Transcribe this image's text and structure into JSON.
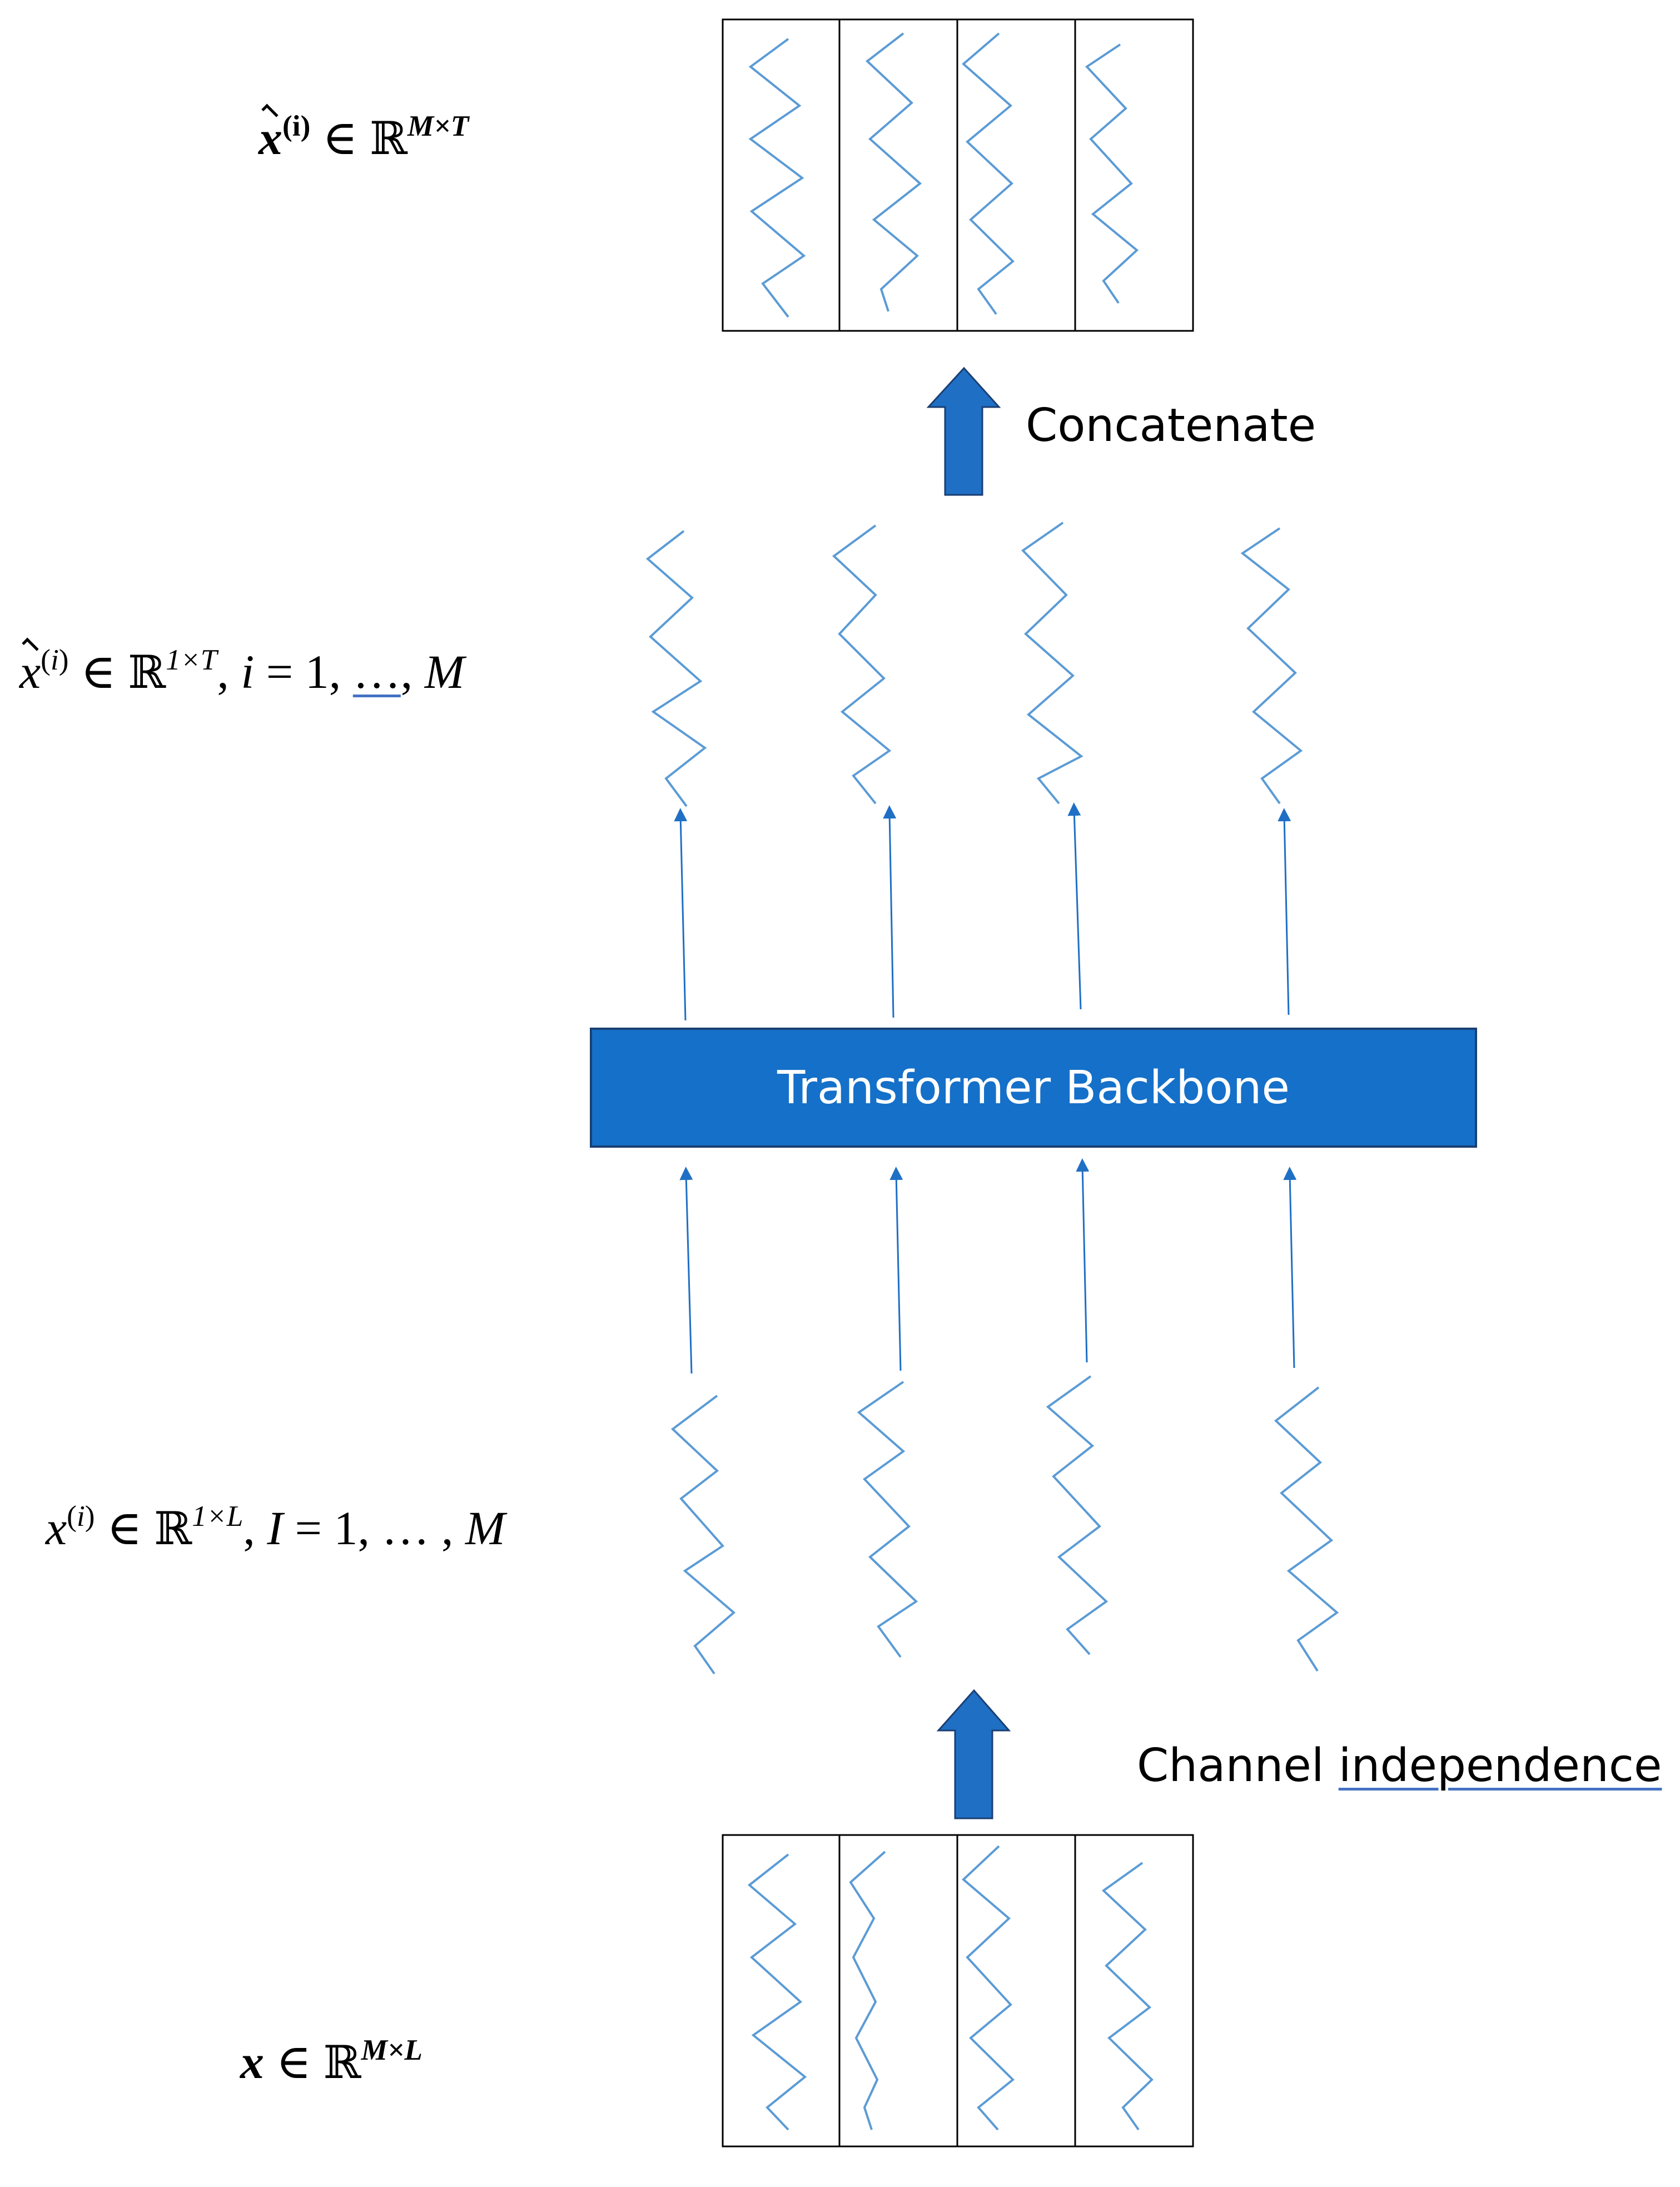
{
  "labels": {
    "output_matrix": "x̂(i) ∈ ℝ^(M×T)",
    "output_series": "x̂(i) ∈ ℝ^(1×T), i = 1, …, M",
    "input_series": "x(i) ∈ ℝ^(1×L), I = 1, …, M",
    "input_matrix": "x ∈ ℝ^(M×L)",
    "concatenate": "Concatenate",
    "channel_word": "Channel",
    "independence_word": "independence",
    "backbone": "Transformer Backbone"
  },
  "math_parts": {
    "x": "x",
    "i": "i",
    "in": "∈",
    "reals": "ℝ",
    "M_times_T": "M×T",
    "one_times_T": "1×T",
    "one_times_L": "1×L",
    "M_times_L": "M×L",
    "i_eq_one": "i",
    "I_upper": "I",
    "equals_one": " = 1, ",
    "ellipsis": "…",
    "M": "M"
  },
  "colors": {
    "series_line": "#5b9bd5",
    "arrow_blue": "#1f6fc5",
    "block_fill": "#1570c9",
    "block_border": "#1b3f73",
    "box_border": "#000000"
  },
  "structure": {
    "channels": 4
  }
}
